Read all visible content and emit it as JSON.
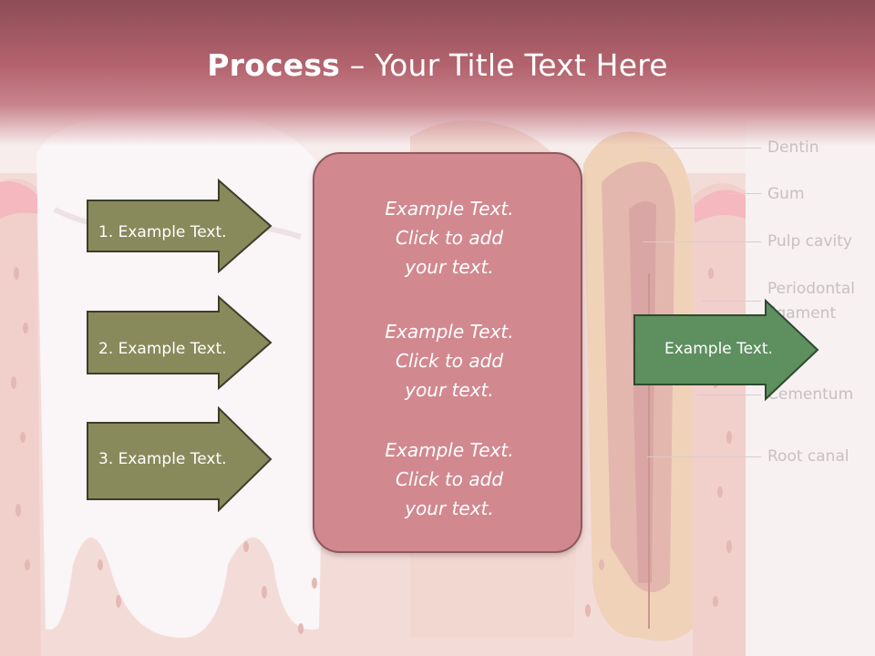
{
  "title": {
    "bold": "Process",
    "rest": " – Your Title Text Here"
  },
  "steps": [
    {
      "label": "1. Example Text."
    },
    {
      "label": "2. Example Text."
    },
    {
      "label": "3. Example Text."
    }
  ],
  "center_box": {
    "paragraphs": [
      {
        "line1": "Example Text.",
        "line2": "Click  to add",
        "line3": "your text."
      },
      {
        "line1": "Example Text.",
        "line2": "Click  to add",
        "line3": "your text."
      },
      {
        "line1": "Example Text.",
        "line2": "Click  to add",
        "line3": "your text."
      }
    ]
  },
  "result": {
    "label": "Example Text."
  },
  "anatomy_labels": {
    "dentin": "Dentin",
    "gum": "Gum",
    "pulp_cavity": "Pulp cavity",
    "periodontal_1": "Periodontal",
    "periodontal_2": "ligament",
    "cementum": "Cementum",
    "root_canal": "Root canal"
  },
  "colors": {
    "title_band": "#b3636e",
    "center_box": "#d2888f",
    "step_arrow": "#888a5c",
    "result_arrow": "#5e8f5f"
  }
}
